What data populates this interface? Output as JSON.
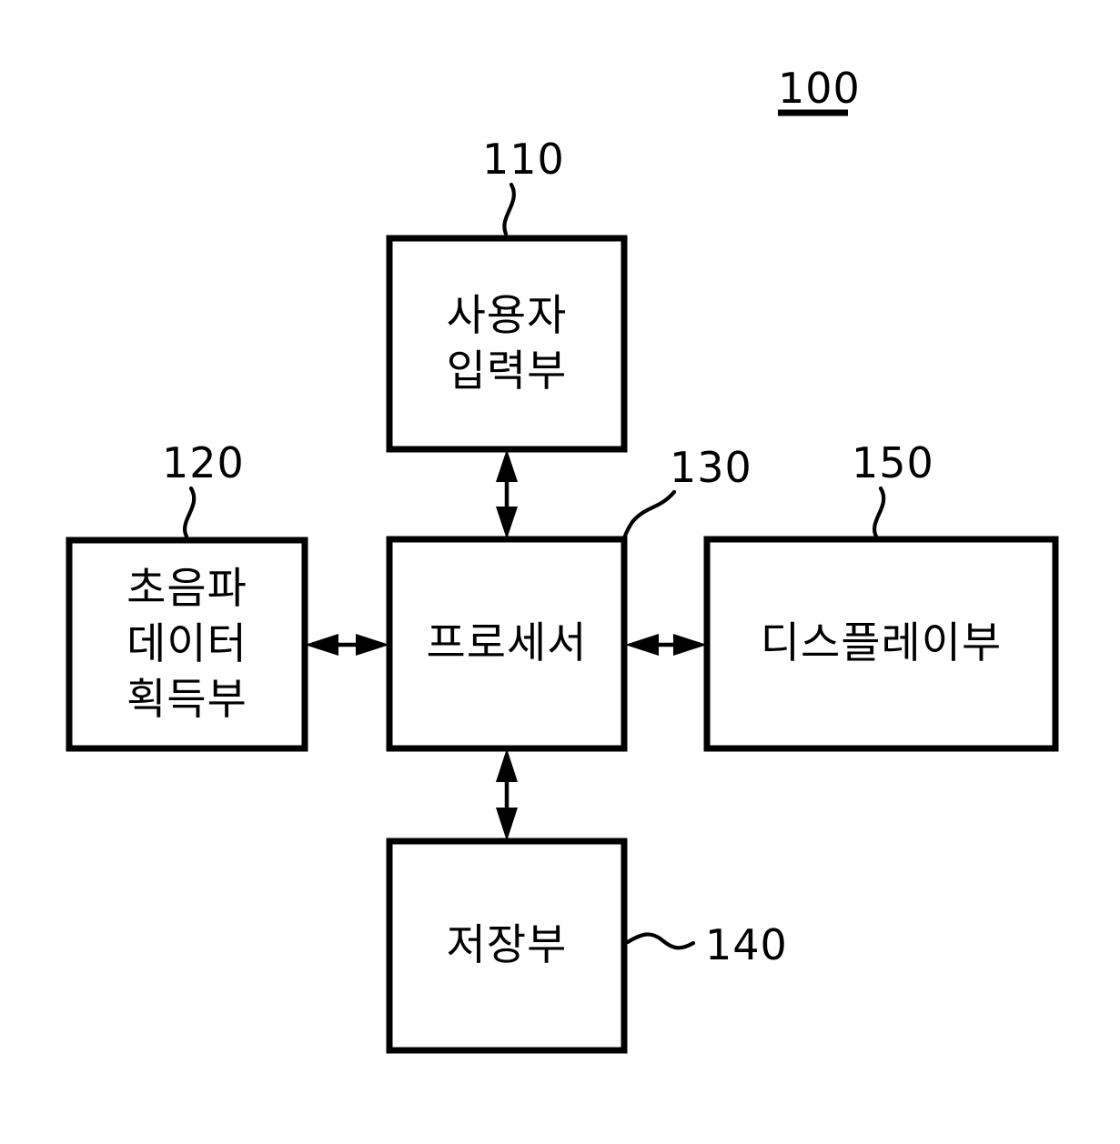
{
  "figure": {
    "figure_number": "100",
    "figure_number_underlined": true,
    "background_color": "#ffffff",
    "line_color": "#000000",
    "blocks": [
      {
        "id": "user-input-unit",
        "ref": "110",
        "lines": [
          "사용자",
          "입력부"
        ],
        "ref_position": "top"
      },
      {
        "id": "ultrasound-data-acquisition-unit",
        "ref": "120",
        "lines": [
          "초음파",
          "데이터",
          "획득부"
        ],
        "ref_position": "top"
      },
      {
        "id": "processor",
        "ref": "130",
        "lines": [
          "프로세서"
        ],
        "ref_position": "top-right"
      },
      {
        "id": "storage-unit",
        "ref": "140",
        "lines": [
          "저장부"
        ],
        "ref_position": "right"
      },
      {
        "id": "display-unit",
        "ref": "150",
        "lines": [
          "디스플레이부"
        ],
        "ref_position": "top"
      }
    ],
    "connections": [
      {
        "from": "user-input-unit",
        "to": "processor",
        "type": "bidirectional",
        "orientation": "vertical"
      },
      {
        "from": "ultrasound-data-acquisition-unit",
        "to": "processor",
        "type": "bidirectional",
        "orientation": "horizontal"
      },
      {
        "from": "processor",
        "to": "display-unit",
        "type": "bidirectional",
        "orientation": "horizontal"
      },
      {
        "from": "processor",
        "to": "storage-unit",
        "type": "bidirectional",
        "orientation": "vertical"
      }
    ]
  }
}
